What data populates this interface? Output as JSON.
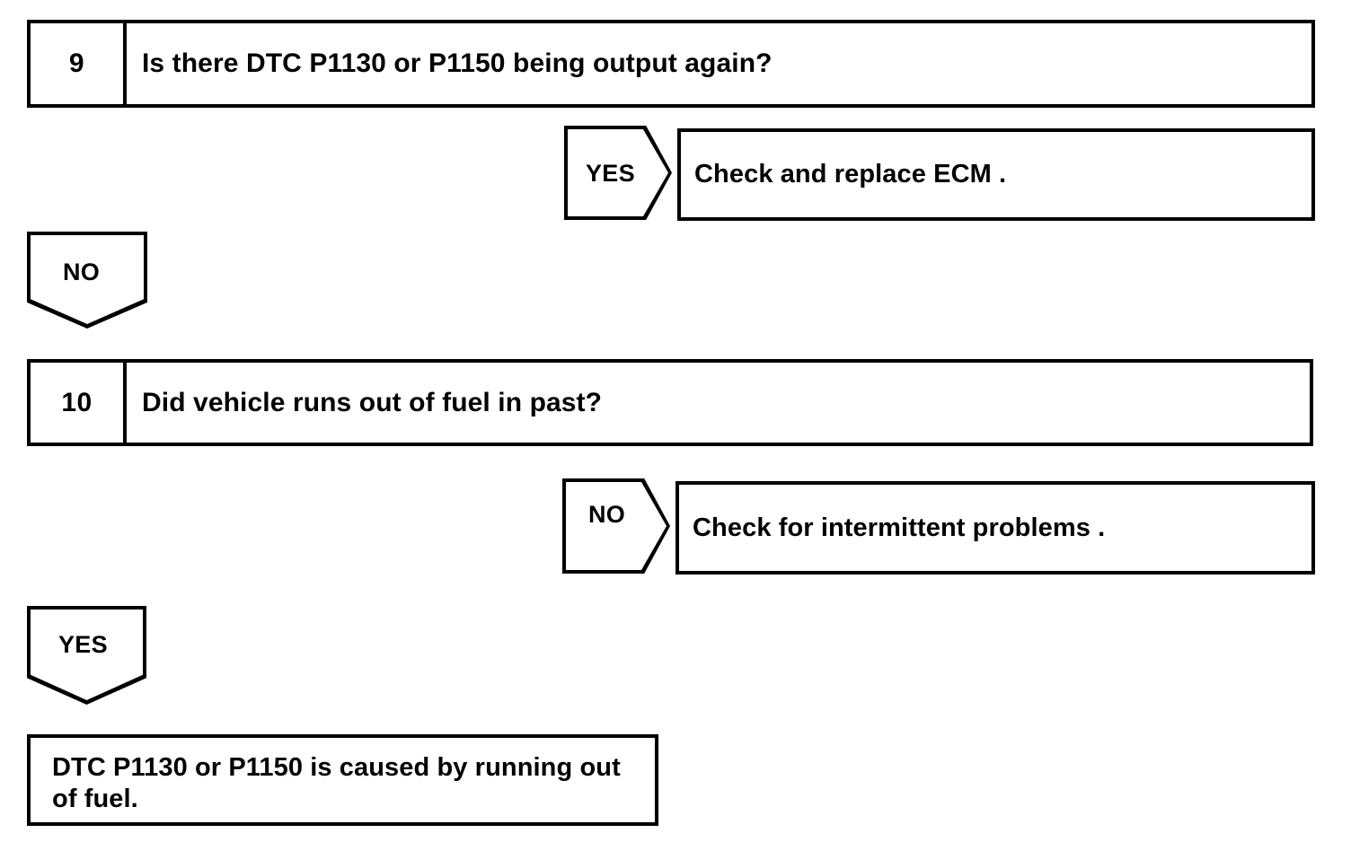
{
  "diagram": {
    "type": "troubleshooting-flowchart",
    "title": "",
    "steps": [
      {
        "number": "9",
        "question": "Is there DTC P1130 or P1150 being output again?"
      },
      {
        "number": "10",
        "question": "Did vehicle runs out of fuel in past?"
      }
    ],
    "branches": [
      {
        "label": "YES",
        "direction": "right",
        "from_step": "9",
        "result": "Check and replace ECM ."
      },
      {
        "label": "NO",
        "direction": "down",
        "from_step": "9",
        "result": ""
      },
      {
        "label": "NO",
        "direction": "right",
        "from_step": "10",
        "result": "Check for intermittent problems ."
      },
      {
        "label": "YES",
        "direction": "down",
        "from_step": "10",
        "result": ""
      }
    ],
    "conclusion": "DTC P1130 or P1150 is caused by running out of fuel.",
    "colors": {
      "line": "#000000",
      "text": "#000000",
      "background": "#ffffff"
    }
  }
}
